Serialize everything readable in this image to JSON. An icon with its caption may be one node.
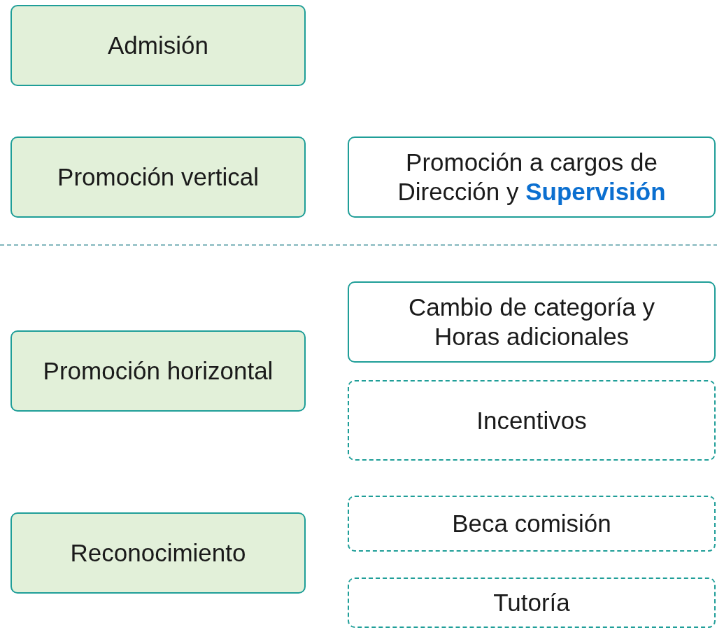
{
  "diagram": {
    "nodes": [
      {
        "text": [
          "Admisión"
        ]
      },
      {
        "text": [
          "Promoción vertical"
        ]
      },
      {
        "text": [
          "Promoción a cargos de Dirección y **Supervisión**"
        ]
      },
      {
        "text": [
          "Promoción horizontal"
        ]
      },
      {
        "text": [
          "Cambio de categoría y Horas adicionales"
        ]
      },
      {
        "text": [
          "Incentivos"
        ]
      },
      {
        "text": [
          "Reconocimiento"
        ]
      },
      {
        "text": [
          "Beca comisión"
        ]
      },
      {
        "text": [
          "Tutoría"
        ]
      }
    ]
  }
}
